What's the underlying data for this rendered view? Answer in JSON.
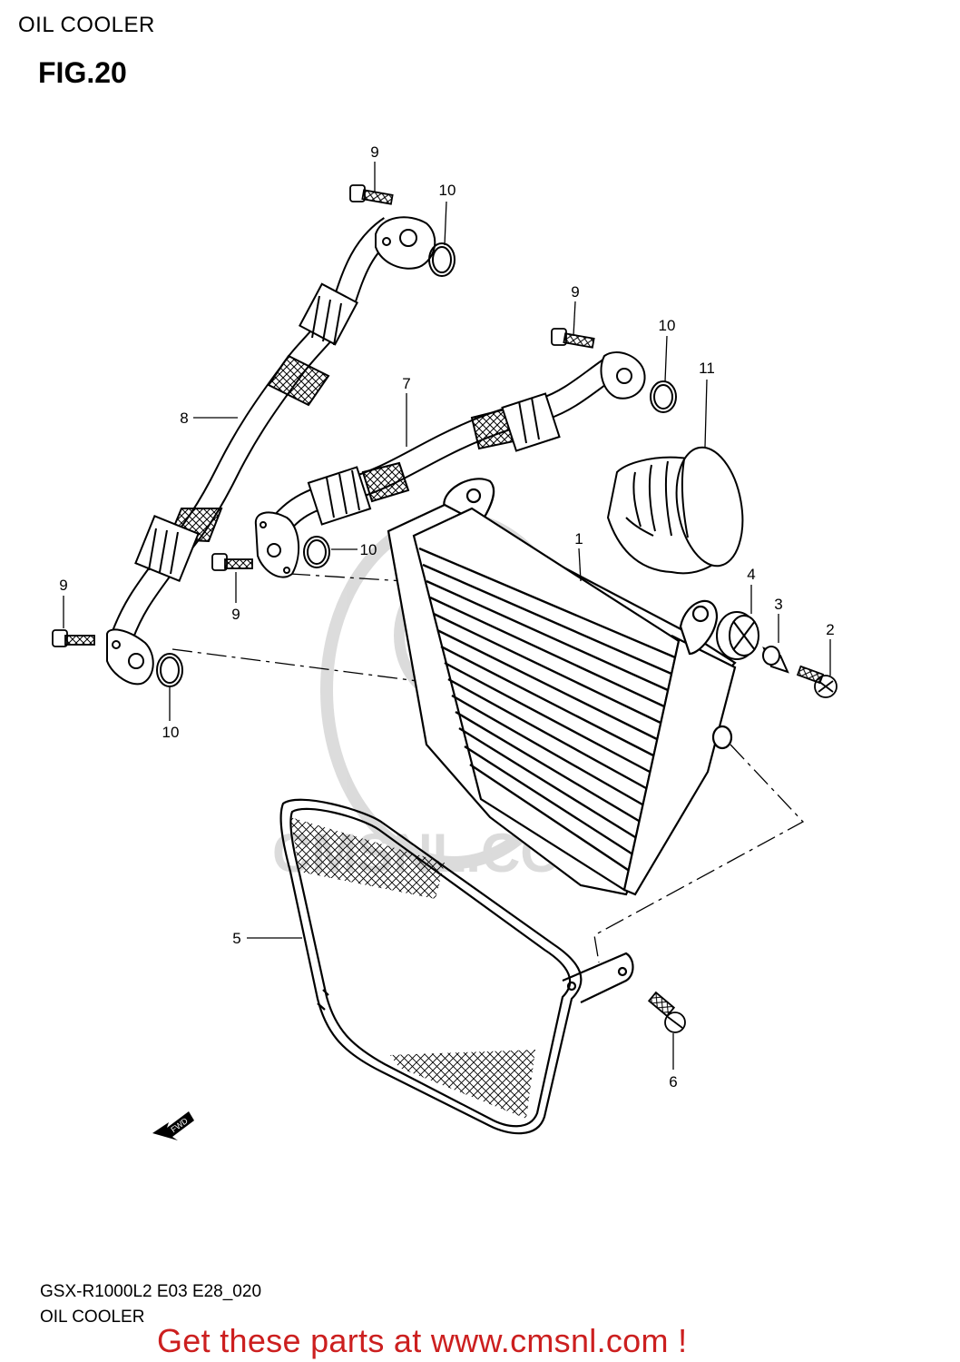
{
  "header": {
    "title": "OIL COOLER",
    "figure": "FIG.20"
  },
  "callouts": {
    "c1": "1",
    "c2": "2",
    "c3": "3",
    "c4": "4",
    "c5": "5",
    "c6": "6",
    "c7": "7",
    "c8": "8",
    "c9": "9",
    "c10": "10",
    "c11": "11"
  },
  "fwd_label": "FWD",
  "watermark": "CMSNL.COM",
  "footer": {
    "code": "GSX-R1000L2 E03 E28_020",
    "name": "OIL COOLER",
    "cta": "Get these parts at www.cmsnl.com !"
  },
  "colors": {
    "line": "#000000",
    "watermark": "#d8d8d8",
    "cta": "#cc1f1f"
  }
}
